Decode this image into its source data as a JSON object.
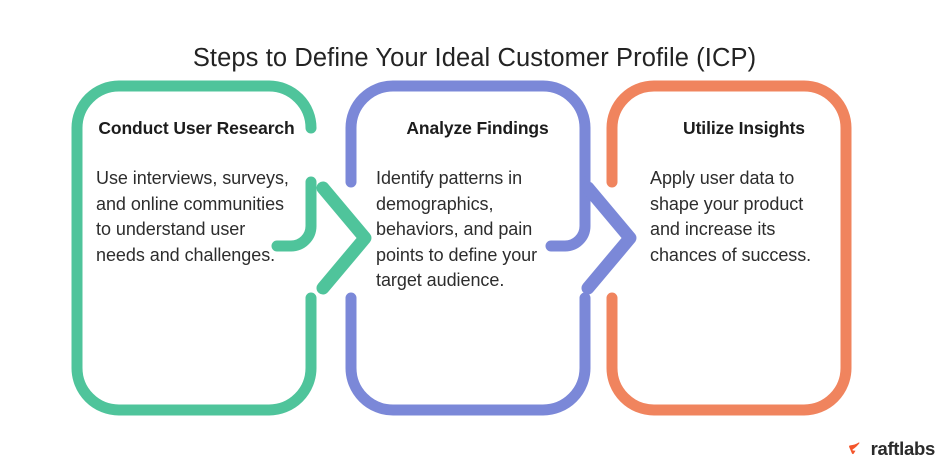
{
  "title": "Steps to Define Your Ideal Customer Profile (ICP)",
  "colors": {
    "green": "#4FC49B",
    "blue": "#7B88D8",
    "orange": "#F0845E",
    "background": "#FFFFFF",
    "title_text": "#232323",
    "heading_text": "#1C1C1C",
    "body_text": "#2D2D2D",
    "logo_mark": "#F4552B",
    "logo_text": "#2B2B2B"
  },
  "steps": [
    {
      "index": "1",
      "heading": "Conduct User Research",
      "text": "Use interviews, surveys, and online communities to understand user needs and challenges.",
      "color": "#4FC49B",
      "color_name": "green"
    },
    {
      "index": "2",
      "heading": "Analyze Findings",
      "text": "Identify patterns in demographics, behaviors, and pain points to define your target audience.",
      "color": "#7B88D8",
      "color_name": "blue"
    },
    {
      "index": "3",
      "heading": "Utilize Insights",
      "text": "Apply user data to shape your product and increase its chances of success.",
      "color": "#F0845E",
      "color_name": "orange"
    }
  ],
  "connectors": [
    {
      "from": "Conduct User Research",
      "to": "Analyze Findings",
      "icon": "chevron-right-icon",
      "color": "#4FC49B"
    },
    {
      "from": "Analyze Findings",
      "to": "Utilize Insights",
      "icon": "chevron-right-icon",
      "color": "#7B88D8"
    }
  ],
  "logo": {
    "text": "raftlabs",
    "mark_icon": "raftlabs-flag-icon",
    "mark_color": "#F4552B"
  }
}
